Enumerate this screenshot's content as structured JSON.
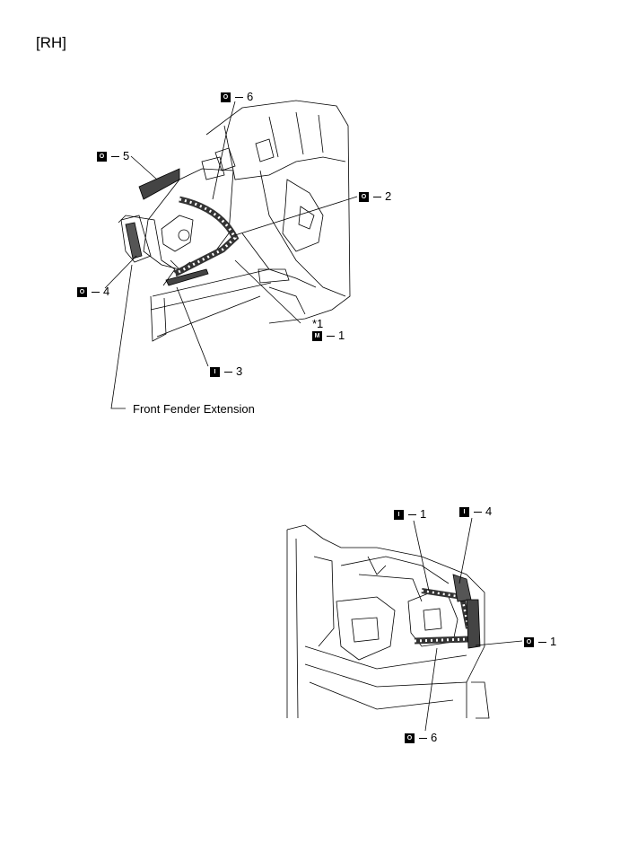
{
  "heading": "[RH]",
  "callouts_top": {
    "o6": {
      "symbol": "O",
      "number": "6"
    },
    "o5": {
      "symbol": "O",
      "number": "5"
    },
    "o2": {
      "symbol": "O",
      "number": "2"
    },
    "o4": {
      "symbol": "O",
      "number": "4"
    },
    "star1": "*1",
    "m1": {
      "symbol": "M",
      "number": "1"
    },
    "i3": {
      "symbol": "I",
      "number": "3"
    },
    "front_fender_extension": "Front Fender Extension"
  },
  "callouts_bottom": {
    "i1": {
      "symbol": "I",
      "number": "1"
    },
    "i4": {
      "symbol": "I",
      "number": "4"
    },
    "o1": {
      "symbol": "O",
      "number": "1"
    },
    "o6": {
      "symbol": "O",
      "number": "6"
    }
  }
}
